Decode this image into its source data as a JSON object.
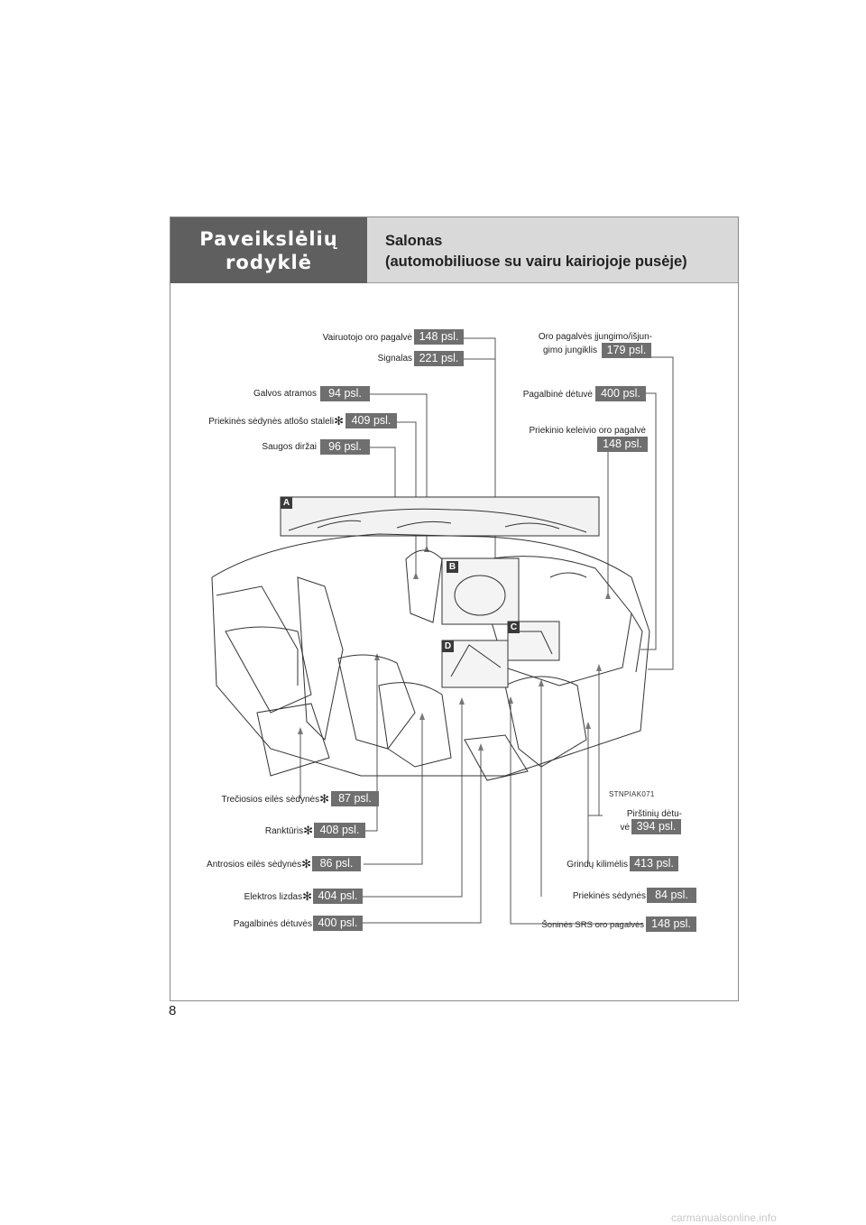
{
  "header": {
    "left_line1": "Paveikslėlių",
    "left_line2": "rodyklė",
    "title_line1": "Salonas",
    "title_line2": "(automobiliuose su vairu kairiojoje pusėje)"
  },
  "callouts": {
    "driver_airbag": {
      "label": "Vairuotojo oro pagalvė",
      "page": "148 psl."
    },
    "horn": {
      "label": "Signalas",
      "page": "221 psl."
    },
    "airbag_switch": {
      "label_line1": "Oro pagalvės įjungimo/išjun-",
      "label_line2": "gimo jungiklis",
      "page": "179 psl."
    },
    "head_restraints": {
      "label": "Galvos atramos",
      "page": "94 psl."
    },
    "front_storage": {
      "label": "Pagalbinė dėtuvė",
      "page": "400 psl."
    },
    "seatback_table": {
      "label": "Priekinės sėdynės atlošo staleli",
      "page": "409 psl."
    },
    "passenger_airbag": {
      "label": "Priekinio keleivio oro pagalvė",
      "page": "148 psl."
    },
    "seat_belts": {
      "label": "Saugos diržai",
      "page": "96 psl."
    },
    "third_row": {
      "label": "Trečiosios eilės sėdynės",
      "page": "87 psl."
    },
    "armrest": {
      "label": "Ranktūris",
      "page": "408 psl."
    },
    "second_row": {
      "label": "Antrosios eilės sėdynės",
      "page": "86 psl."
    },
    "power_outlet": {
      "label": "Elektros lizdas",
      "page": "404 psl."
    },
    "storage_boxes": {
      "label": "Pagalbinės dėtuvės",
      "page": "400 psl."
    },
    "glove_box": {
      "label_line1": "Pirštinių dėtu-",
      "label_line2": "vė",
      "page": "394 psl."
    },
    "floor_mat": {
      "label": "Grindų kilimėlis",
      "page": "413 psl."
    },
    "front_seats": {
      "label": "Priekinės sėdynės",
      "page": "84 psl."
    },
    "side_airbags": {
      "label": "Šoninės SRS oro pagalvės",
      "page": "148 psl."
    }
  },
  "asterisk": "✻",
  "insets": {
    "a": "A",
    "b": "B",
    "c": "C",
    "d": "D"
  },
  "figure_code": "STNPIAK071",
  "page_number": "8",
  "watermark": "carmanualsonline.info"
}
